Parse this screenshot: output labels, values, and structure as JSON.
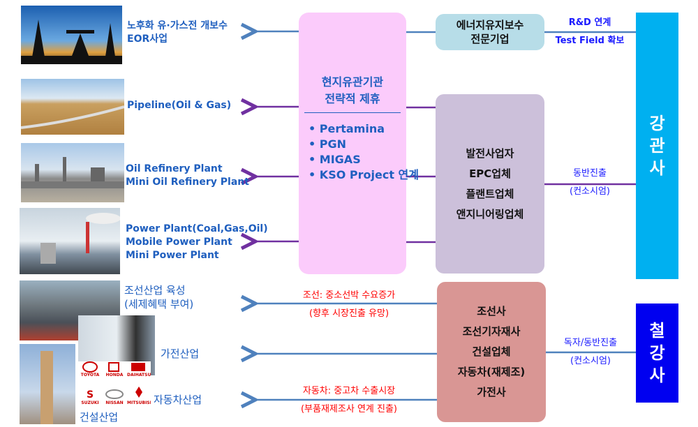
{
  "left_labels": {
    "oil": [
      "노후화 유·가스전 개보수",
      "EOR사업"
    ],
    "pipeline": [
      "Pipeline(Oil & Gas)"
    ],
    "refinery": [
      "Oil Refinery Plant",
      "Mini Oil Refinery Plant"
    ],
    "power": [
      "Power Plant(Coal,Gas,Oil)",
      "Mobile Power Plant",
      "Mini Power Plant"
    ],
    "shipbuilding": [
      "조선산업 육성",
      "(세제혜택 부여)"
    ],
    "appliance": [
      "가전산업"
    ],
    "automotive": [
      "자동차산업"
    ],
    "construction": [
      "건설산업"
    ]
  },
  "car_logos": [
    "TOYOTA",
    "HONDA",
    "DAIHATSU",
    "SUZUKI",
    "NISSAN",
    "MITSUBISHI"
  ],
  "alliance_box": {
    "title": [
      "현지유관기관",
      "전략적 제휴"
    ],
    "items": [
      "Pertamina",
      "PGN",
      "MIGAS",
      "KSO Project 연계"
    ]
  },
  "energy_box": [
    "에너지유지보수",
    "전문기업"
  ],
  "plant_box": [
    "발전사업자",
    "EPC업체",
    "플랜트업체",
    "앤지니어링업체"
  ],
  "industry_box": [
    "조선사",
    "조선기자재사",
    "건설업체",
    "자동차(재제조)",
    "가전사"
  ],
  "annotations": {
    "rnd": "R&D 연계",
    "test_field": "Test Field 확보",
    "accompany": "동반진출",
    "consortium1": "(컨소시엄)",
    "solo_accompany": "독자/동반진출",
    "consortium2": "(컨소시엄)",
    "ship_demand": "조선: 중소선박 수요증가",
    "ship_future": "(향후 시장진출 유망)",
    "car_market": "자동차: 중고차 수출시장",
    "car_parts": "(부품재제조사 연계 진출)"
  },
  "side_bars": {
    "steel_pipe": "강관사",
    "steel": "철강사"
  },
  "colors": {
    "blue_arrow": "#4f81bd",
    "purple_arrow": "#7030a0",
    "label_blue": "#1f5fbf",
    "red": "#ff0000",
    "cyan": "#00b0f0",
    "steel_blue": "#0000f0"
  }
}
